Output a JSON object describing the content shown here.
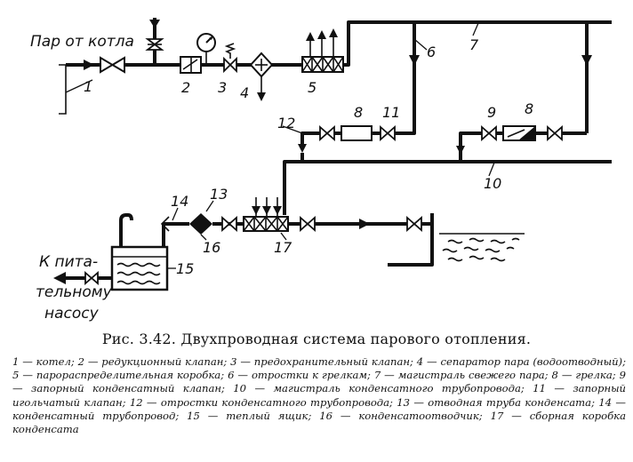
{
  "labels": {
    "source": "Пар от котла",
    "pump": [
      "К пита-",
      "тельному",
      "насосу"
    ]
  },
  "numbers": [
    "1",
    "2",
    "3",
    "4",
    "5",
    "6",
    "7",
    "8",
    "11",
    "12",
    "9",
    "8",
    "10",
    "14",
    "13",
    "16",
    "17",
    "15"
  ],
  "caption": "Рис. 3.42. Двухпроводная система парового отопления.",
  "legend": "1 — котел; 2 — редукционный клапан; 3 — предохранительный клапан; 4 — сепаратор пара (водоотводный); 5 — парораспределительная коробка; 6 — отростки к грелкам; 7 — магистраль свежего пара; 8 — грелка; 9 — запорный конденсатный клапан; 10 — магистраль конденсатного трубопровода; 11 — запорный игольчатый клапан; 12 — отростки конденсатного трубопровода; 13 — отводная труба конденсата; 14 — конденсатный трубопровод; 15 — теплый ящик; 16 — конденсатоотводчик; 17 — сборная коробка конденсата"
}
